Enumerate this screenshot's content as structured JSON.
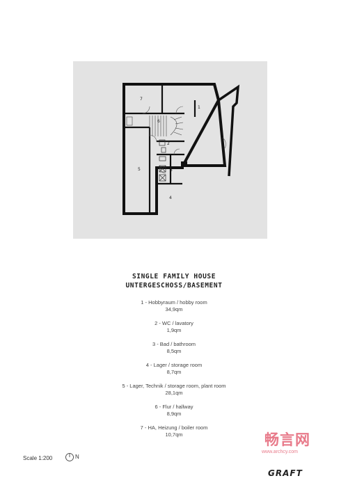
{
  "title": {
    "line1": "SINGLE FAMILY HOUSE",
    "line2": "UNTERGESCHOSS/BASEMENT"
  },
  "legend": [
    {
      "name": "1 - Hobbyraum / hobby room",
      "area": "34,9qm"
    },
    {
      "name": "2 - WC / lavatory",
      "area": "1,9qm"
    },
    {
      "name": "3 - Bad / bathroom",
      "area": "8,5qm"
    },
    {
      "name": "4 - Lager / storage room",
      "area": "8,7qm"
    },
    {
      "name": "5 - Lager,  Technik / storage room, plant room",
      "area": "28,1qm"
    },
    {
      "name": "6 - Flur / hallway",
      "area": "8,9qm"
    },
    {
      "name": "7 - HA, Heizung / boiler room",
      "area": "10,7qm"
    }
  ],
  "plan": {
    "room_numbers": [
      "1",
      "2",
      "3",
      "4",
      "5",
      "6",
      "7"
    ]
  },
  "scale": {
    "label": "Scale 1:200",
    "north": "N"
  },
  "watermark": {
    "brand": "畅言网",
    "url": "www.archcy.com"
  },
  "logo": "GRAFT",
  "colors": {
    "panel": "#e3e3e3",
    "walls": "#111111",
    "watermark": "#e87a8a"
  }
}
